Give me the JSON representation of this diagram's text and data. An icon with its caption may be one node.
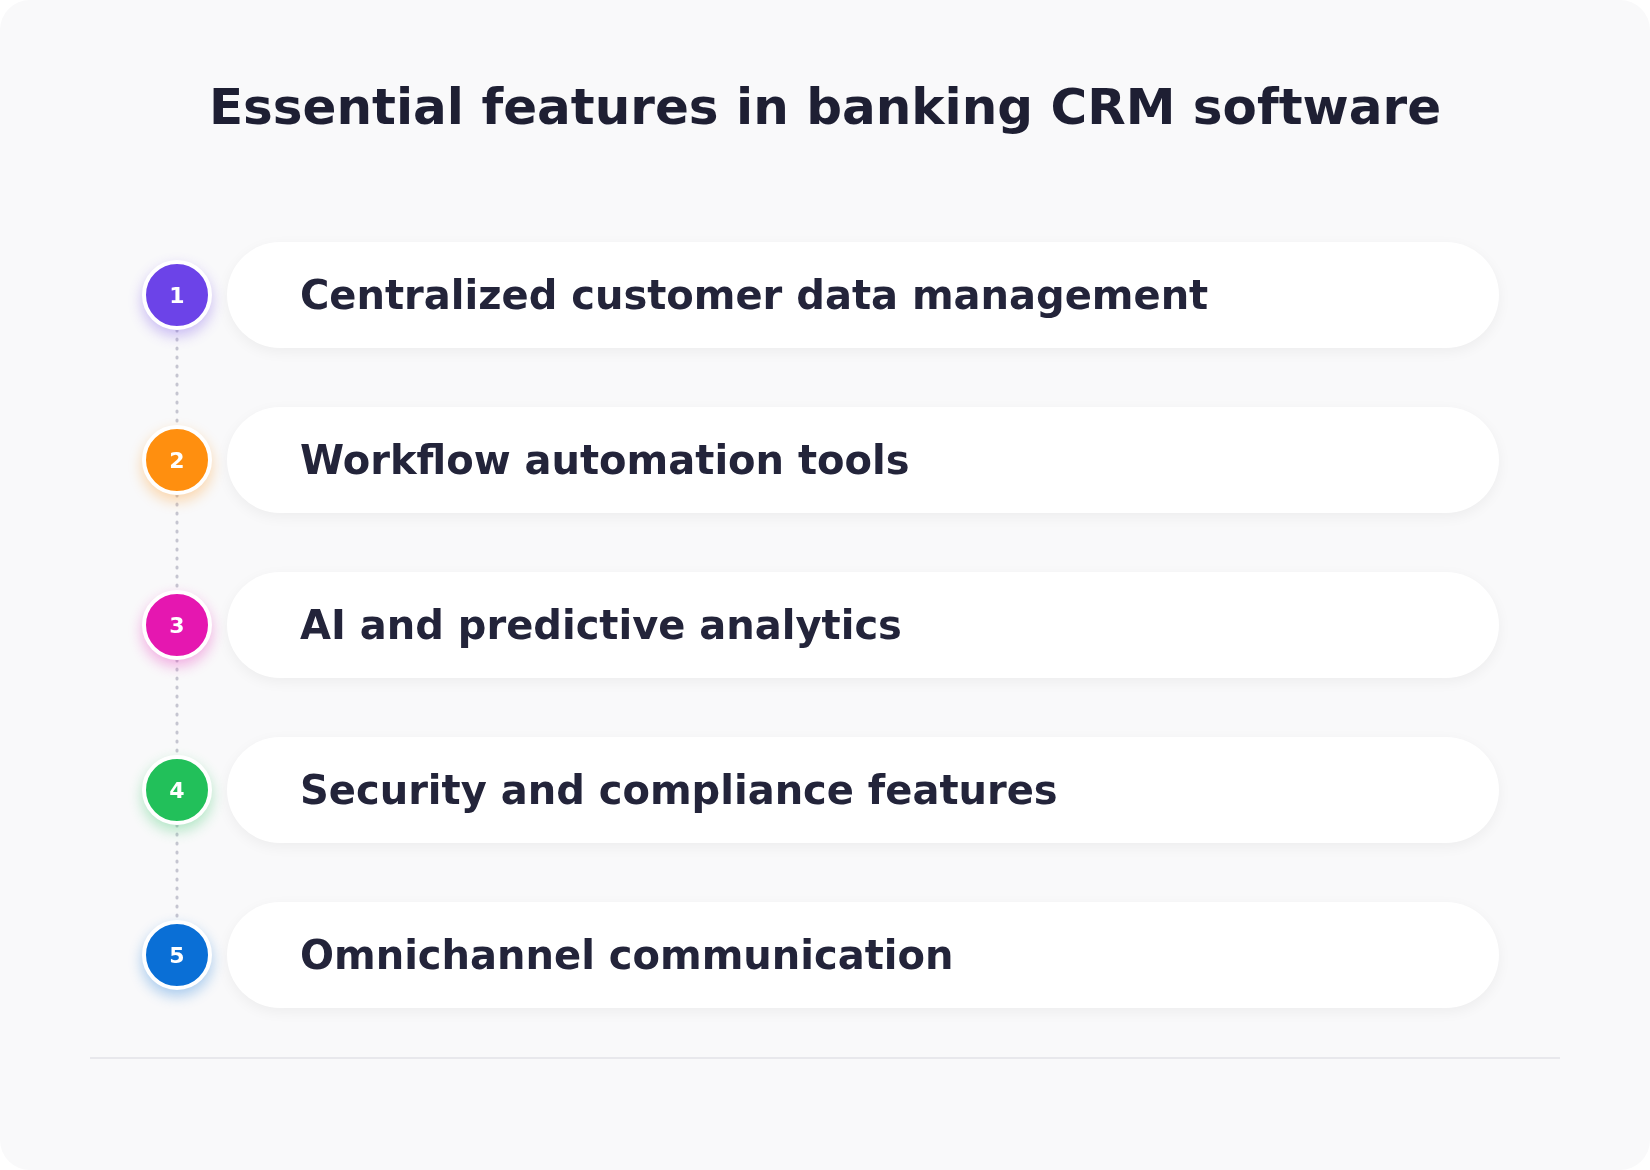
{
  "diagram": {
    "title": "Essential features in banking CRM software",
    "nodes": [
      {
        "text": [
          "1"
        ]
      },
      {
        "text": [
          "Centralized customer data management"
        ]
      },
      {
        "text": [
          "2"
        ]
      },
      {
        "text": [
          "Workflow automation tools"
        ]
      },
      {
        "text": [
          "3"
        ]
      },
      {
        "text": [
          "AI and predictive analytics"
        ]
      },
      {
        "text": [
          "4"
        ]
      },
      {
        "text": [
          "Security and compliance features"
        ]
      },
      {
        "text": [
          "5"
        ]
      },
      {
        "text": [
          "Omnichannel communication"
        ]
      }
    ],
    "edges": [
      {
        "from": 0,
        "to": 2,
        "arrow": "none",
        "style": "dashed"
      },
      {
        "from": 2,
        "to": 4,
        "arrow": "none",
        "style": "dashed"
      },
      {
        "from": 4,
        "to": 6,
        "arrow": "none",
        "style": "dashed"
      },
      {
        "from": 6,
        "to": 8,
        "arrow": "none",
        "style": "dashed"
      }
    ]
  }
}
